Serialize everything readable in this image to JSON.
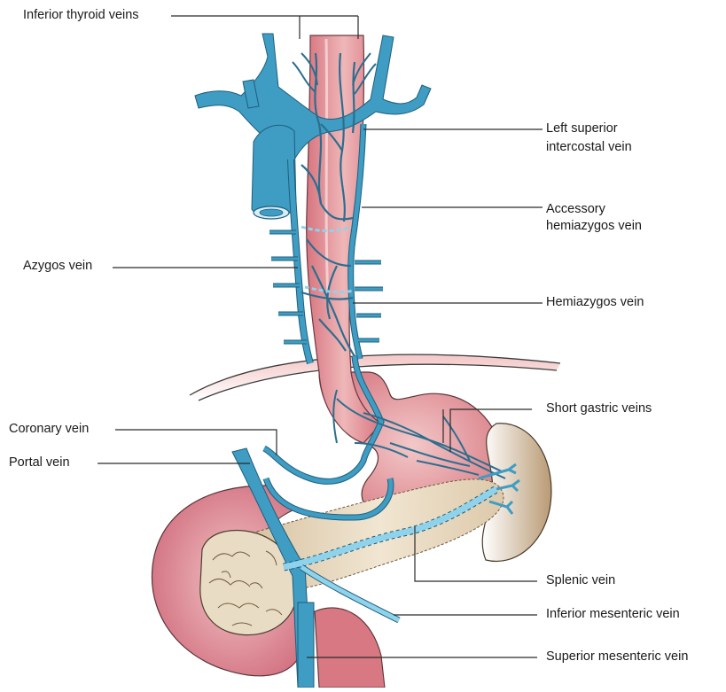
{
  "labels": {
    "inferior_thyroid": "Inferior thyroid veins",
    "left_superior_intercostal_1": "Left superior",
    "left_superior_intercostal_2": "intercostal vein",
    "accessory_hemiazygos_1": "Accessory",
    "accessory_hemiazygos_2": "hemiazygos vein",
    "azygos": "Azygos vein",
    "hemiazygos": "Hemiazygos vein",
    "short_gastric": "Short gastric veins",
    "coronary": "Coronary vein",
    "portal": "Portal vein",
    "splenic": "Splenic vein",
    "inferior_mesenteric": "Inferior mesenteric vein",
    "superior_mesenteric": "Superior mesenteric vein"
  },
  "colors": {
    "vein": "#3f9cc2",
    "vein_outline": "#1f5f7c",
    "vein_light": "#8fd2ec",
    "esophagus": "#d9828a",
    "esophagus_highlight": "#f1c3c3",
    "pancreas": "#e6d6bd",
    "spleen": "#c9b08e",
    "leader": "#2b2b2b"
  }
}
